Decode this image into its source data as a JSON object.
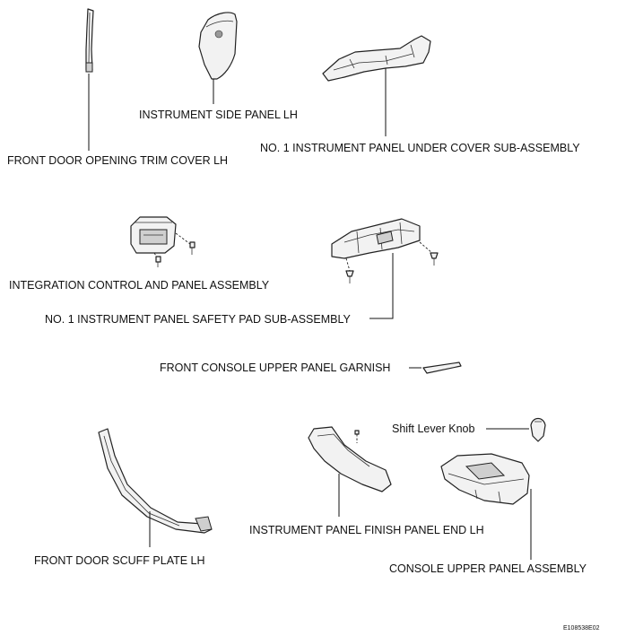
{
  "labels": {
    "front_door_opening_trim_cover_lh": "FRONT DOOR OPENING TRIM COVER LH",
    "instrument_side_panel_lh": "INSTRUMENT SIDE PANEL LH",
    "no1_instrument_panel_under_cover": "NO. 1 INSTRUMENT PANEL UNDER COVER SUB-ASSEMBLY",
    "integration_control_and_panel_assembly": "INTEGRATION CONTROL AND PANEL ASSEMBLY",
    "no1_instrument_panel_safety_pad": "NO. 1 INSTRUMENT PANEL SAFETY PAD SUB-ASSEMBLY",
    "front_console_upper_panel_garnish": "FRONT CONSOLE UPPER PANEL GARNISH",
    "shift_lever_knob": "Shift Lever Knob",
    "instrument_panel_finish_panel_end_lh": "INSTRUMENT PANEL FINISH PANEL END LH",
    "front_door_scuff_plate_lh": "FRONT DOOR SCUFF PLATE LH",
    "console_upper_panel_assembly": "CONSOLE UPPER PANEL ASSEMBLY"
  },
  "figure_code": "E108538E02"
}
